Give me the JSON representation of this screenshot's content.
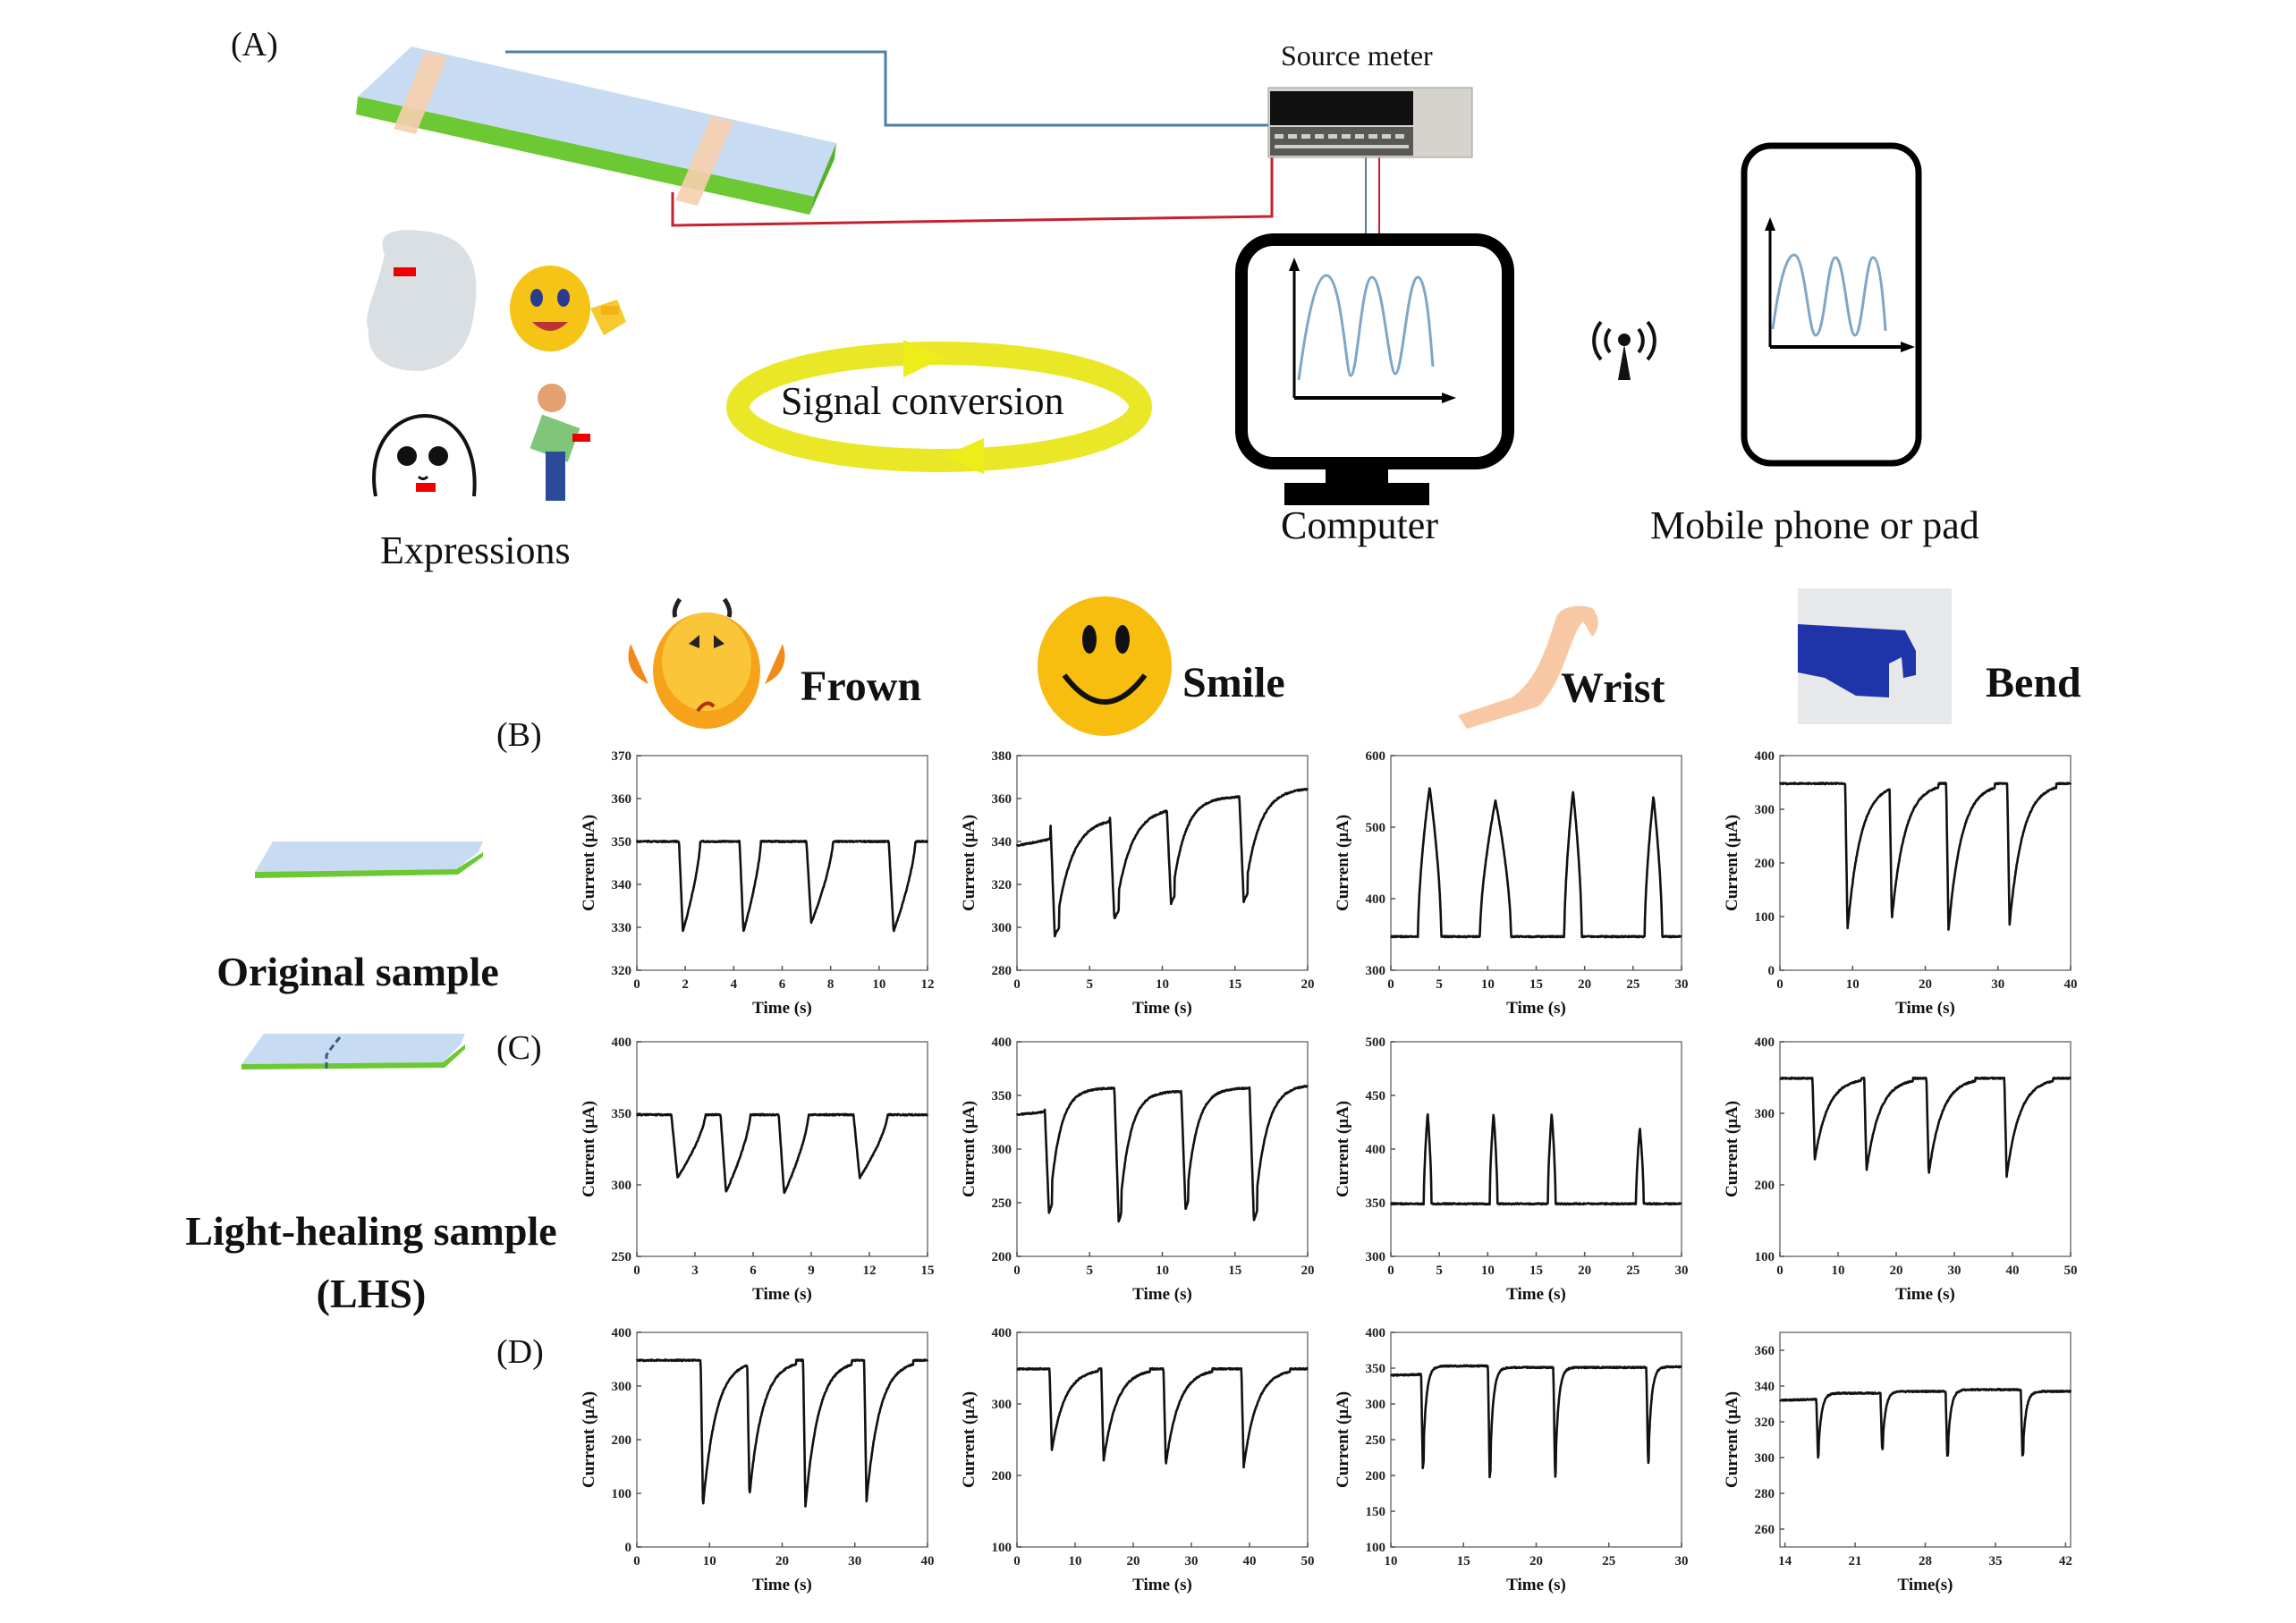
{
  "figure": {
    "panel_labels": {
      "a": "(A)",
      "b": "(B)",
      "c": "(C)",
      "d": "(D)"
    },
    "diagram": {
      "source_meter_label": "Source meter",
      "expressions_label": "Expressions",
      "signal_conversion_label": "Signal conversion",
      "computer_label": "Computer",
      "mobile_label": "Mobile phone or pad",
      "colors": {
        "sensor_top": "#c7dcf3",
        "sensor_bottom": "#6cc833",
        "electrode_band": "#f6cfae",
        "wire_blue": "#4e7fa6",
        "wire_red": "#c8202e",
        "arrow_yellow": "#e8e60e",
        "wave_blue": "#7fa6c8"
      }
    },
    "gestures": [
      {
        "label": "Frown",
        "icon": "frown-emoji-icon"
      },
      {
        "label": "Smile",
        "icon": "smile-emoji-icon"
      },
      {
        "label": "Wrist",
        "icon": "wrist-hand-icon"
      },
      {
        "label": "Bend",
        "icon": "bent-finger-photo-icon"
      }
    ],
    "samples": {
      "original": "Original sample",
      "lhs_line1": "Light-healing sample",
      "lhs_line2": "(LHS)"
    }
  },
  "chart_data": [
    {
      "id": "B-frown",
      "row": "B",
      "type": "line",
      "title": "",
      "xlabel": "Time (s)",
      "ylabel": "Current (μA)",
      "xlim": [
        0,
        12
      ],
      "ylim": [
        320,
        370
      ],
      "xticks": [
        0,
        2,
        4,
        6,
        8,
        10,
        12
      ],
      "yticks": [
        320,
        330,
        340,
        350,
        360,
        370
      ],
      "baseline": 350,
      "events": [
        {
          "x": 1.9,
          "min": 329,
          "w": 0.4
        },
        {
          "x": 4.4,
          "min": 329,
          "w": 0.4
        },
        {
          "x": 7.2,
          "min": 331,
          "w": 0.5
        },
        {
          "x": 10.6,
          "min": 329,
          "w": 0.5
        }
      ],
      "shape": "dip"
    },
    {
      "id": "B-smile",
      "row": "B",
      "type": "line",
      "title": "",
      "xlabel": "Time (s)",
      "ylabel": "Current (μA)",
      "xlim": [
        0,
        20
      ],
      "ylim": [
        280,
        380
      ],
      "xticks": [
        0,
        5,
        10,
        15,
        20
      ],
      "yticks": [
        280,
        300,
        320,
        340,
        360,
        380
      ],
      "baseline": [
        338,
        365
      ],
      "events": [
        {
          "x": 2.6,
          "min": 296,
          "w": 1.2,
          "pre": 350
        },
        {
          "x": 6.7,
          "min": 304,
          "w": 1.2,
          "pre": 351
        },
        {
          "x": 10.6,
          "min": 311,
          "w": 1.0,
          "pre": 356
        },
        {
          "x": 15.6,
          "min": 312,
          "w": 1.1,
          "pre": 361
        }
      ],
      "shape": "sawtooth"
    },
    {
      "id": "B-wrist",
      "row": "B",
      "type": "line",
      "title": "",
      "xlabel": "Time (s)",
      "ylabel": "Current (μA)",
      "xlim": [
        0,
        30
      ],
      "ylim": [
        300,
        600
      ],
      "xticks": [
        0,
        5,
        10,
        15,
        20,
        25,
        30
      ],
      "yticks": [
        300,
        400,
        500,
        600
      ],
      "baseline": 347,
      "events": [
        {
          "x": 4.0,
          "max": 556,
          "w": 1.2
        },
        {
          "x": 10.8,
          "max": 537,
          "w": 1.6
        },
        {
          "x": 18.8,
          "max": 551,
          "w": 0.9
        },
        {
          "x": 27.1,
          "max": 543,
          "w": 0.9
        }
      ],
      "shape": "peak"
    },
    {
      "id": "B-bend",
      "row": "B",
      "type": "line",
      "title": "",
      "xlabel": "Time (s)",
      "ylabel": "Current (μA)",
      "xlim": [
        0,
        40
      ],
      "ylim": [
        0,
        400
      ],
      "xticks": [
        0,
        10,
        20,
        30,
        40
      ],
      "yticks": [
        0,
        100,
        200,
        300,
        400
      ],
      "baseline": 348,
      "events": [
        {
          "x": 9.3,
          "min": 75
        },
        {
          "x": 15.4,
          "min": 95
        },
        {
          "x": 23.2,
          "min": 75
        },
        {
          "x": 31.6,
          "min": 85
        }
      ],
      "shape": "recovery"
    },
    {
      "id": "C-frown",
      "row": "C",
      "type": "line",
      "title": "",
      "xlabel": "Time (s)",
      "ylabel": "Current (μA)",
      "xlim": [
        0,
        15
      ],
      "ylim": [
        250,
        400
      ],
      "xticks": [
        0,
        3,
        6,
        9,
        12,
        15
      ],
      "yticks": [
        250,
        300,
        350,
        400
      ],
      "baseline": 349,
      "events": [
        {
          "x": 2.1,
          "min": 305,
          "w": 0.8
        },
        {
          "x": 4.6,
          "min": 295,
          "w": 0.7
        },
        {
          "x": 7.6,
          "min": 294,
          "w": 0.7
        },
        {
          "x": 11.5,
          "min": 305,
          "w": 0.8
        }
      ],
      "shape": "dip"
    },
    {
      "id": "C-smile",
      "row": "C",
      "type": "line",
      "title": "",
      "xlabel": "Time (s)",
      "ylabel": "Current (μA)",
      "xlim": [
        0,
        20
      ],
      "ylim": [
        200,
        400
      ],
      "xticks": [
        0,
        5,
        10,
        15,
        20
      ],
      "yticks": [
        200,
        250,
        300,
        350,
        400
      ],
      "baseline": [
        332,
        360
      ],
      "events": [
        {
          "x": 2.2,
          "min": 240,
          "w": 0.8,
          "pre": 342
        },
        {
          "x": 7.0,
          "min": 232,
          "w": 0.8,
          "pre": 357
        },
        {
          "x": 11.6,
          "min": 244,
          "w": 0.8,
          "pre": 354
        },
        {
          "x": 16.3,
          "min": 233,
          "w": 0.9,
          "pre": 357
        }
      ],
      "shape": "sawtooth"
    },
    {
      "id": "C-wrist",
      "row": "C",
      "type": "line",
      "title": "",
      "xlabel": "Time (s)",
      "ylabel": "Current (μA)",
      "xlim": [
        0,
        30
      ],
      "ylim": [
        300,
        500
      ],
      "xticks": [
        0,
        5,
        10,
        15,
        20,
        25,
        30
      ],
      "yticks": [
        300,
        350,
        400,
        450,
        500
      ],
      "baseline": 349,
      "events": [
        {
          "x": 3.8,
          "max": 434,
          "w": 0.4
        },
        {
          "x": 10.6,
          "max": 433,
          "w": 0.4
        },
        {
          "x": 16.6,
          "max": 434,
          "w": 0.4
        },
        {
          "x": 25.7,
          "max": 420,
          "w": 0.4
        }
      ],
      "shape": "peak"
    },
    {
      "id": "C-bend",
      "row": "C",
      "type": "line",
      "title": "",
      "xlabel": "Time (s)",
      "ylabel": "Current (μA)",
      "xlim": [
        0,
        50
      ],
      "ylim": [
        100,
        400
      ],
      "xticks": [
        0,
        10,
        20,
        30,
        40,
        50
      ],
      "yticks": [
        100,
        200,
        300,
        400
      ],
      "baseline": 349,
      "events": [
        {
          "x": 6.0,
          "min": 235
        },
        {
          "x": 14.9,
          "min": 220
        },
        {
          "x": 25.6,
          "min": 215
        },
        {
          "x": 39.0,
          "min": 212
        }
      ],
      "shape": "recovery"
    },
    {
      "id": "D-frown",
      "row": "D",
      "type": "line",
      "title": "",
      "xlabel": "Time (s)",
      "ylabel": "Current (μA)",
      "xlim": [
        0,
        40
      ],
      "ylim": [
        0,
        400
      ],
      "xticks": [
        0,
        10,
        20,
        30,
        40
      ],
      "yticks": [
        0,
        100,
        200,
        300,
        400
      ],
      "baseline": 348,
      "events": [
        {
          "x": 9.1,
          "min": 75
        },
        {
          "x": 15.5,
          "min": 95
        },
        {
          "x": 23.2,
          "min": 75
        },
        {
          "x": 31.6,
          "min": 85
        }
      ],
      "shape": "recovery"
    },
    {
      "id": "D-smile",
      "row": "D",
      "type": "line",
      "title": "",
      "xlabel": "Time (s)",
      "ylabel": "Current (μA)",
      "xlim": [
        0,
        50
      ],
      "ylim": [
        100,
        400
      ],
      "xticks": [
        0,
        10,
        20,
        30,
        40,
        50
      ],
      "yticks": [
        100,
        200,
        300,
        400
      ],
      "baseline": 349,
      "events": [
        {
          "x": 6.0,
          "min": 235
        },
        {
          "x": 14.9,
          "min": 220
        },
        {
          "x": 25.6,
          "min": 215
        },
        {
          "x": 39.0,
          "min": 212
        }
      ],
      "shape": "recovery"
    },
    {
      "id": "D-wrist",
      "row": "D",
      "type": "line",
      "title": "",
      "xlabel": "Time (s)",
      "ylabel": "Current (μA)",
      "xlim": [
        10,
        30
      ],
      "ylim": [
        100,
        400
      ],
      "xticks": [
        10,
        15,
        20,
        25,
        30
      ],
      "yticks": [
        100,
        150,
        200,
        250,
        300,
        350,
        400
      ],
      "baseline": [
        340,
        352
      ],
      "events": [
        {
          "x": 12.2,
          "min": 210,
          "pre": 345
        },
        {
          "x": 16.8,
          "min": 197,
          "pre": 353
        },
        {
          "x": 21.3,
          "min": 196,
          "pre": 351
        },
        {
          "x": 27.7,
          "min": 215,
          "pre": 351
        }
      ],
      "shape": "sawtooth-sharp"
    },
    {
      "id": "D-bend",
      "row": "D",
      "type": "line",
      "title": "",
      "xlabel": "Time(s)",
      "ylabel": "Current (μA)",
      "xlim": [
        13.5,
        42.5
      ],
      "ylim": [
        250,
        370
      ],
      "xticks": [
        14,
        21,
        28,
        35,
        42
      ],
      "yticks": [
        260,
        280,
        300,
        320,
        340,
        360
      ],
      "baseline": [
        332,
        337
      ],
      "events": [
        {
          "x": 17.3,
          "min": 300,
          "pre": 334
        },
        {
          "x": 23.7,
          "min": 304,
          "pre": 336
        },
        {
          "x": 30.2,
          "min": 300,
          "pre": 337
        },
        {
          "x": 37.7,
          "min": 300,
          "pre": 338
        }
      ],
      "shape": "sawtooth-sharp"
    }
  ]
}
